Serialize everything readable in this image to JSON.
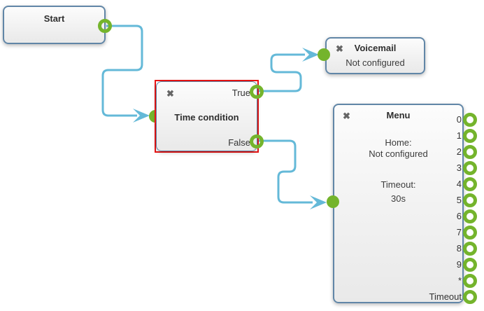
{
  "theme": {
    "wire": "#64b9d8",
    "green": "#74b42c",
    "red": "#ea1414",
    "node_border": "#6186a7",
    "text": "#333333",
    "close": "#666666"
  },
  "icons": {
    "close_icon": "✖"
  },
  "nodes": {
    "start": {
      "title": "Start"
    },
    "time_condition": {
      "title": "Time condition",
      "port_true": "True",
      "port_false": "False",
      "selected": true
    },
    "voicemail": {
      "title": "Voicemail",
      "subtitle": "Not configured"
    },
    "menu": {
      "title": "Menu",
      "home_label": "Home:",
      "home_value": "Not configured",
      "timeout_label": "Timeout:",
      "timeout_value": "30s",
      "ports": [
        "0",
        "1",
        "2",
        "3",
        "4",
        "5",
        "6",
        "7",
        "8",
        "9",
        "*",
        "Timeout"
      ]
    }
  }
}
